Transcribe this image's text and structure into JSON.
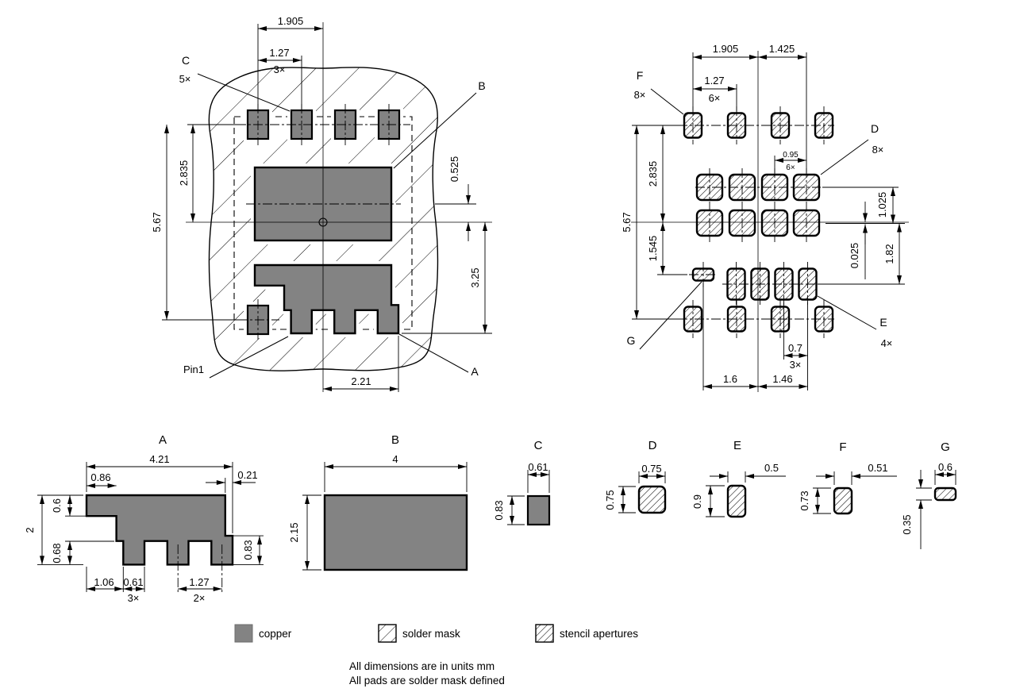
{
  "colors": {
    "copper": "#838383",
    "line": "#000000"
  },
  "left_view": {
    "dim_1905": "1.905",
    "dim_127": "1.27",
    "count_3x": "3×",
    "label_c": "C",
    "count_5x": "5×",
    "label_b": "B",
    "dim_2835": "2.835",
    "dim_567": "5.67",
    "dim_0525": "0.525",
    "dim_325": "3.25",
    "dim_221": "2.21",
    "label_pin1": "Pin1",
    "label_a": "A"
  },
  "right_view": {
    "dim_1905": "1.905",
    "dim_1425": "1.425",
    "dim_127": "1.27",
    "count_6x": "6×",
    "label_f": "F",
    "count_f": "8×",
    "label_d": "D",
    "count_d": "8×",
    "dim_095": "0.95",
    "count_095": "6×",
    "dim_2835": "2.835",
    "dim_567": "5.67",
    "dim_1545": "1.545",
    "dim_1025": "1.025",
    "dim_0025": "0.025",
    "dim_182": "1.82",
    "dim_07": "0.7",
    "count_07": "3×",
    "dim_16": "1.6",
    "dim_146": "1.46",
    "label_g": "G",
    "label_e": "E",
    "count_e": "4×"
  },
  "details": {
    "a": {
      "title": "A",
      "w": "4.21",
      "d086": "0.86",
      "d021": "0.21",
      "h": "2",
      "d06": "0.6",
      "d068": "0.68",
      "d106": "1.06",
      "d061": "0.61",
      "c3": "3×",
      "d127": "1.27",
      "c2": "2×",
      "d083": "0.83"
    },
    "b": {
      "title": "B",
      "w": "4",
      "h": "2.15"
    },
    "c": {
      "title": "C",
      "w": "0.61",
      "h": "0.83"
    },
    "d": {
      "title": "D",
      "w": "0.75",
      "h": "0.75"
    },
    "e": {
      "title": "E",
      "w": "0.5",
      "h": "0.9"
    },
    "f": {
      "title": "F",
      "w": "0.51",
      "h": "0.73"
    },
    "g": {
      "title": "G",
      "w": "0.6",
      "h": "0.35"
    }
  },
  "legend": {
    "copper": "copper",
    "solder_mask": "solder mask",
    "stencil": "stencil apertures"
  },
  "notes": {
    "line1": "All dimensions are in units mm",
    "line2": "All pads are solder mask defined"
  }
}
